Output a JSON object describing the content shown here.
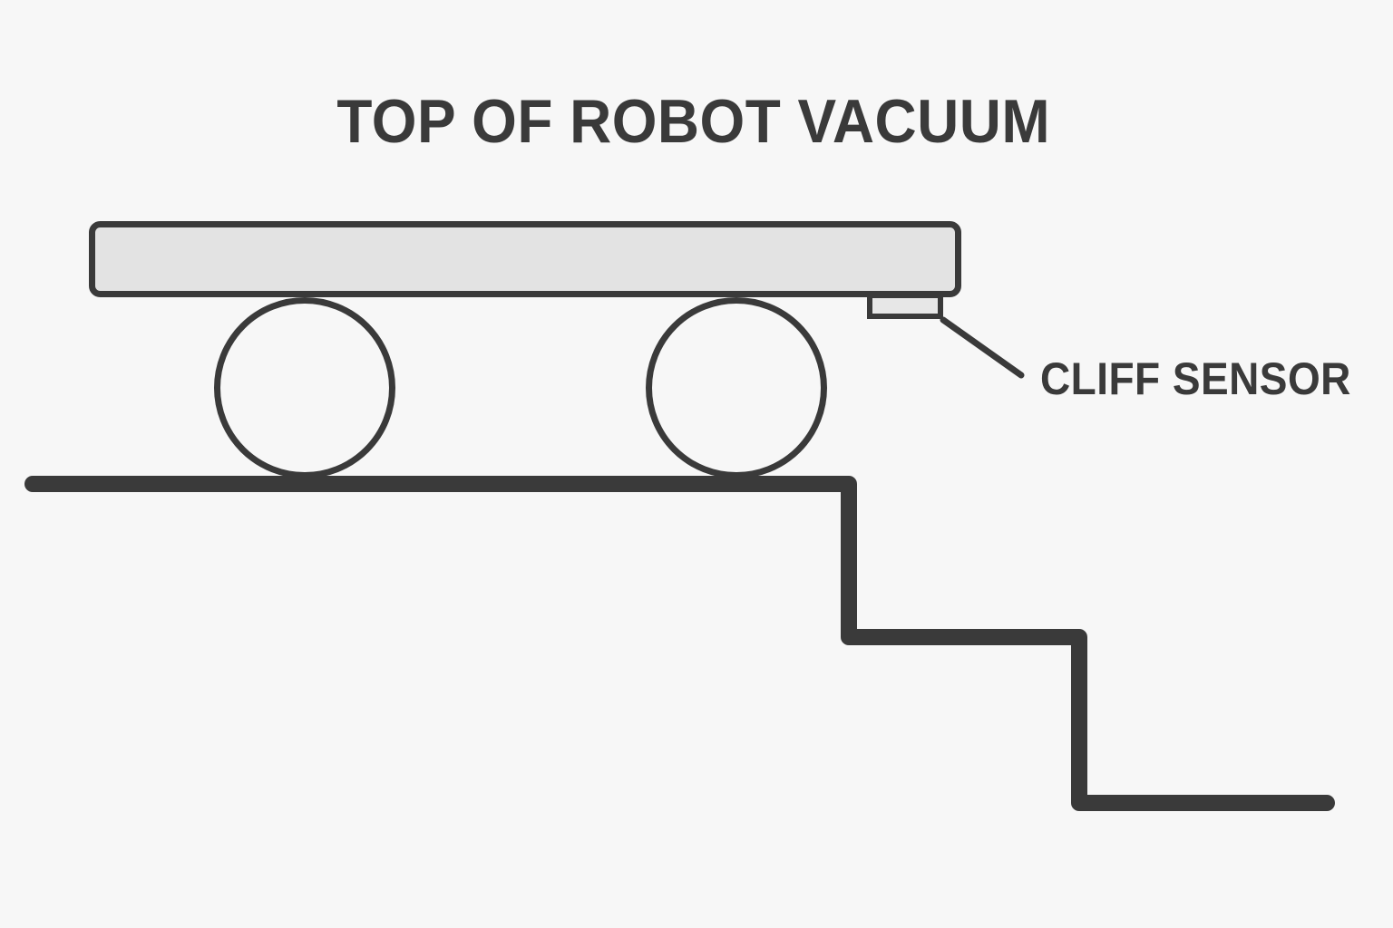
{
  "diagram": {
    "title": "TOP OF ROBOT VACUUM",
    "labels": {
      "cliff_sensor": "CLIFF SENSOR"
    },
    "components": {
      "robot_body": "robot-vacuum-side-view-body",
      "wheels": [
        "left-wheel",
        "right-wheel"
      ],
      "sensor": "cliff-sensor",
      "ground": "floor-with-descending-stair-steps"
    },
    "colors": {
      "background": "#f7f7f7",
      "stroke": "#3a3a3a",
      "body_fill": "#e3e3e3",
      "sensor_fill": "#e7e7e7",
      "wheel_fill": "#f7f7f7",
      "text": "#3a3a3a"
    }
  }
}
